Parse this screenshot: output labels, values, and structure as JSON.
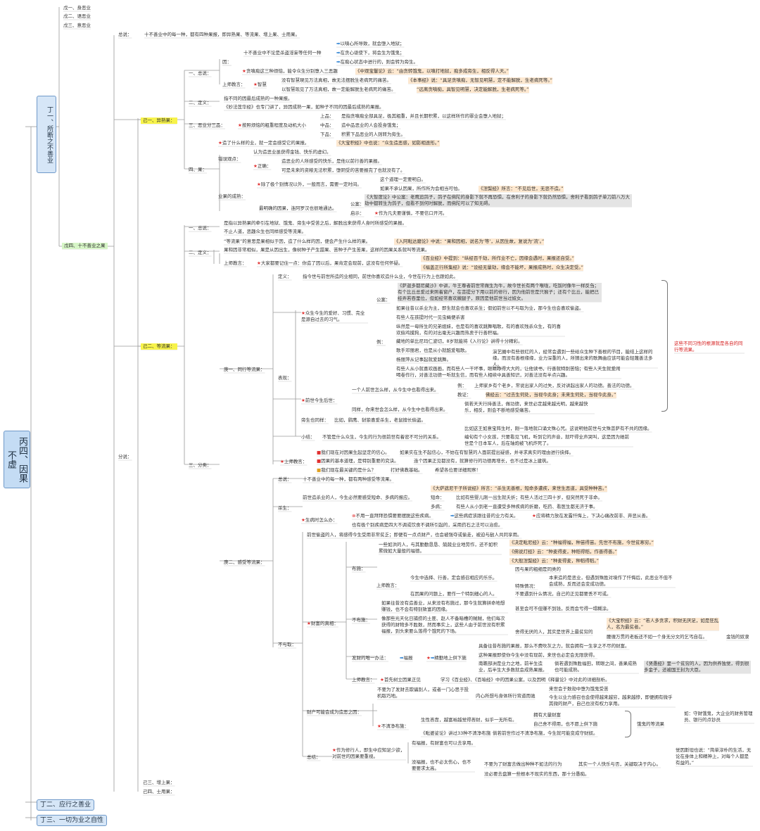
{
  "root": {
    "label": "丙四、因果不虚"
  },
  "ding1": {
    "label": "丁一、所断之不善业",
    "wu_top": [
      "戊一、身恶业",
      "戊二、语恶业",
      "戊三、意恶业"
    ],
    "wu4": "戊四、十不善业之果",
    "zongshuo": {
      "label": "总说：",
      "text": "十不善业中的每一种，都有四种果报，即异熟果、等流果、增上果、士用果。"
    },
    "fenshuo": "分说：",
    "ji1": {
      "label": "己一、异熟果：",
      "s1": {
        "label": "一、总说：",
        "yin_label": "因：",
        "yin_text": "十不善业中不论是杀盗淫妄等任何一种",
        "yin_items": [
          "以嗔心所导致，就会堕入地狱；",
          "在贪心驱使下，将会生为饿鬼；",
          "在痴心状态中进行的，则会转为旁生。"
        ],
        "tan": "贪嗔痴这三种烦恼，能令众生分别堕入三恶趣",
        "tan_quote": "《中观宝鬘论》云：“由贪转饿鬼，以嗔打地狱，痴多成旁生，相反得人天。”",
        "jiao_label": "上师教言：",
        "zhihui": "智慧",
        "jiao_a": "没有智慧現见万法真相，故无法摆脱生老病死的痛苦。",
        "jiao_a_q": "《本事经》说：“具足贪嗔痴，无智见明慧，定不能解脱，生老病死等。”",
        "jiao_b": "以智慧现见了万法真相，故一定能解脱生老病死的痛苦。",
        "jiao_b_q": "“远离贪嗔痴，具智见明慧，决定能解脱，生老病死等。”"
      },
      "s2": {
        "label": "二、定义：",
        "a": "指不同的因最后成熟的一种果报。",
        "b": "《妙法莲华经》也专门讲了，异因成熟一果，如种子不同的因最后成熟的果报。"
      },
      "s3": {
        "label": "三、恶业分三品：",
        "lead": "按照烦恼的粗重程度及动机大小",
        "rows": [
          [
            "上品：",
            "是指贪嗔痴全部具足，极其粗重，并且长期积累，以这样所作的罪业会堕入地狱；"
          ],
          [
            "中品：",
            "造中品恶业的人会投身饿鬼；"
          ],
          [
            "下品：",
            "积累下品恶业的人则转为旁生。"
          ]
        ]
      },
      "s4": {
        "label": "四、果：",
        "top": "造了什么样的业，就一定会感受它的果报。",
        "top_q": "《大宝积经》中也说：“众生造恶惑，如影相逐形。”",
        "cuo_label": "错误观点：",
        "cuo_a": "认为造恶业虽获得金钱、快乐的虚幻。",
        "zheng": "正确：",
        "zheng_a": "造恶业的人所感受的快乐，是他以前行善的果报。",
        "zheng_b": "可是未来的资粮无法积累，堕阴受的苦要报完了也就没有了。",
        "ye_label": "业果的成熟：",
        "chu": "除了极个别情况以外，一般而言，需要一定时间。",
        "chu_a": "这个道理一定要明白。",
        "chu_b": "如果不承认因果，所作所为会相当可怕。",
        "chu_b_q": "《涅槃经》所言：“不见后世，无恶不造。”",
        "zui": "最明确的因果，连阿罗汉也很难通达。",
        "gongan": "公案：",
        "gongan_text": "《大智度论》中公案：老鹰追鸽子，鸽子在佛陀的身影下就不再恐惧，在舍利子的身影下就仍然恐惧，舍利子看到鸽子单刀前八万大劫中都转生为鸽子，但看不到何时解脱，而佛陀可以了知无碍。",
        "qishi": "启示：",
        "qishi_text": "作为凡夫要谨慎，不要信口开河。"
      }
    },
    "ji2": {
      "label": "己二、等流果：",
      "s1": {
        "label": "一、总说：",
        "a": "是指以异熟果的牵引在地狱、饿鬼、旁生中受苦之后，解脱出来获得人身时所感受的果报。",
        "b": "不止人道，恶趣众生也同样感受等流果。"
      },
      "s2": {
        "label": "二、定义：",
        "a": "“等流果”的意思是果相似于因，造了什么样的因，便会产生什么样的果。",
        "a_q": "《入阿毗达磨论》中说：“果和因相，说名为‘等’，从因生故，复说为‘流’。”",
        "b": "果和因非常相似，果是从因出生，像树种子产生甜果、苦种子产生苦果，这样的因果关系就叫等流果。",
        "jiao": "上师教言：",
        "jiao_t": "大家都要记住一点：你造了因以后，果肯定会现前，这没有任何怀疑。",
        "jiao_q1": "《百业经》中提到：“纵经百千劫，所作业不亡，因缘会遇时，果报还自受。”",
        "jiao_q2": "《福盖正行所集经》说：“设经无量劫，缘会不能坏，果报成熟时，众生决定受。”"
      },
      "s3": {
        "label": "三、分类：",
        "geng1": {
          "label": "庚一、同行等流果：",
          "dingyi_l": "定义：",
          "dingyi": "指今世与前世所造的业相同，前世你喜欢造什么业，今世在行为上也跟如此。",
          "biaoxian": "表现：",
          "zs": "众生今生的爱好、习惯、完全是源自过去的习气。",
          "gongan": "公案：",
          "gongan_t": "《萨迦多都尼藏沙》中讲，牛王尊者前世常做生为牛，故今世长有两个喉咙，吃饭时像牛一样反刍；有个比丘总爱过来照着窗户，在菩提分下用以前的修行，因为他前世是只猴子；还有个比丘，能把已经弄若吞里位，但如经常喜欢撇腿子，原因是他前世当过妓女。",
          "li": "例：",
          "li_items": [
            "如果往昔以杀业为主，即生就会也喜欢杀生；假如前世以不与取为业，那今生也会喜欢偷盗。",
            "有些人在孩提时代一见虫蝇便杀害",
            "纵然是一母所生的兄弟姐妹，也是有的喜欢跳舞唱歌，有的喜欢残杀众生，有的喜欢偷鸡摸狗，有的对出毫无兴趣而热衷于行善积福。",
            "藏地的单比尼玛仁波切，8岁就能将《入行论》讲得十分精彩。",
            "歌手邓丽君，也是从小就酷爱唱歌。",
            "杨丽萍从记事起就爱跳舞。",
            "有些人从小就喜欢画画，而有些人一干坏事，眼睛睁得大大的，让他读书，行善就特别苦恼；有些人天生就爱闹喝卷作行，对善法功德一听就生信，而有些人相续中具善知识，对善法没有半点兴趣。"
          ],
          "li_note": "演艺圈中有些很红的人，经常会遇到一些给众生种下善根的节目，能结上这样的缘。而没有善根缘缘，业力深重的人，所猜出来的歌舞曲应该可能会轻蔑善法多人。",
          "qs": "前世今生后世：",
          "qs_a": "一个人前世怎么样，从今生中也看得出来。",
          "qs_a_li": "例：",
          "qs_a_li_t": "上师家乡有个老乡，常说出家人的过失，反对讲起出家人的功德。善法的功德。",
          "qs_jz": "教证：",
          "qs_jz_t": "佛经云：“过去生何处，当视今此身；未来生何处，当视今此身。”",
          "qs_b": "同样，你来世会怎么样，从今生中也看得出来。",
          "qs_b_t": "倘若天天行持善法，做功德，来世必定越来越光明，越来越快乐，相反，则会不断地感受痛苦。",
          "psdx": "旁生也同样：",
          "psdx_t": "比如，鹞鹰、豺狼喜爱杀生，老鼠擅长偷盗。",
          "xj": "小结：",
          "xj_t": "不管是什么众生，今生的行为很前世有着密不可分的关系。",
          "xj_a": "比如这王如意宝阵生时，刚一落地就口诵文殊心咒。这说明他前世与文殊菩萨有不共的因缘。",
          "xj_b": "编旬有个小女孩，只要看见飞机，听到它的声音，就吓得全声哭叫，这是因为她前世是个日本军人，后在轴炮被飞机炸死了。",
          "sj": "上师教言：",
          "sj_items": [
            "我们现在对因果生起坚定的信心。",
            "如果实在生不起信心，不妨在有智慧的人面前提出疑惑，并寻求真实的理由进行抉择。",
            "因果的基本道理，是特别重要的究诀。",
            "连个因果正见都没有，就算修行的功德再增长，也不过是冰上建筑。",
            "我们现在最关键的是什么？",
            "打好佛教基础。",
            "希望各位要详细观察！"
          ],
          "side_note": "这些不同习性的根源就是各自的同行等流果。"
        },
        "geng2": {
          "label": "庚二、感受等流果：",
          "zs": "总说：",
          "zs_t": "十不善业中的每一种，都有两种感受等流果。",
          "sha": "杀生：",
          "sha_a": "前世造杀业的人，今生必然要感受短命、多病的报应。",
          "sha_q": "《大萨遮尼干子所说经》所言：“杀生无善根，短命多遭疾，来世生恶道，具受种种苦。”",
          "duanming": "短命：",
          "duanming_t": "比如有些婴儿刚一出生就夭折；有些人活过三四十岁，但突然死于非命。",
          "duobing": "多病：",
          "duobing_t": "有些人从小到老一直遭受多种疾病的折磨，吃药、看医生都无济于事。",
          "sbsm": "生病时怎么办：",
          "sbsm_a": "不用一直拜拜恐惧要要摆脱这些疾病。",
          "sbsm_a2": "这些病症该跟往昔的业力有关。",
          "sbsm_a3": "应将精力放在发露忏悔上，下决心痛改前非、弃恶从善。",
          "sbsm_b": "也有极个别疾病是四大不调或饮食不调所引起的，采用药石之法可以治愈。",
          "bq": "不与取：",
          "bq_t": "前世偷盗的人，将感得今生受用非常贫乏；即便有一点点财产，也会被强夺或偷走，被迫与敌人共同享用。",
          "bs": "布施：",
          "bs_a": "一些如洪的人，与其勤勤恳恳、兢兢业业地劳作，还不如积累微如大量般的福德。",
          "bs_q1": "《决定毗尼经》云：“种福得福，种苗得苗。先世不布施，今世贫寒穷。”",
          "bs_q2": "《佛说灯经》云：“种麦得麦，种稻得稻，作善得善。”",
          "bs_q3": "《大般涅槃经》云：“种麦得麦，种稻得稻。”",
          "bs_jj": "上师教言：",
          "bs_jj_a": "今生中选择、行善，定会感召相应的乐乐。",
          "bs_jj_t": "因与果的粗细是同类的",
          "bs_ts": "特殊情况：",
          "bs_ts_a": "本来造的是恶业，但遇到殊胜对境作了忏悔后，此恶业不但不会成熟，反而还会变成功德。",
          "bs_jj_b": "在因果的问题上，要作一个特别细心的人。",
          "bs_jj_b2": "不要遇到什么情况，自己的正见都要丢不可或。",
          "ct": "财富的真相：",
          "bzd": "不布施：",
          "bzd_a": "如果往昔没有造善业，从来没有布施过，那今生就算拼命地想赚钱，也不会有特别致富的因缘。",
          "bzd_a2": "甚至会可不但赚不到钱，反而会亏得一塌糊涂。",
          "bzd_b": "像那些光天化日捕捞的土匪、赵人不备暗槽的贼贼，他们每次获得的财物多不胜数，然而事实上，这些人由于前世没有积累福报，到头来要么落得个饿死的下场。",
          "bzd_b2": "舍得无厌的人，其实是世界上最贫穷的",
          "bzd_q": "《大宝积经》云：“若人多贪求，积财无厌足，如是狂乱人，名为最贫者。”",
          "bzd_q2": "腰缠万贯的老板还不如一个身无分文的乞丐自在。",
          "bzd_q3": "金钱的奴隶",
          "ff": "发财的唯一办法：",
          "ff_a": "福报",
          "ff_b": "精勤地上供下施",
          "ff_c": "具备往昔布施的果报，那么不费吹灰之力，就会拥有一生享之不尽的财富。",
          "ff_d": "这种果报即使你今生中没有现前，来世也必定会无限获得。",
          "ff_e": "南瞻部洲是业力之地，前半生造业，后半生大多数就会成熟果报。",
          "ff_e2": "倘若遇到殊胜福田，转眼之间，善果成熟也可能成熟。",
          "ff_e3": "《贤愚经》里一个贫穷的人，因为供养独觉，得到很多金子，还被国王封为大臣。",
          "ff_jj": "上师教言：",
          "ff_jj_t": "首先树立因果正见",
          "ff_jj_t2": "学习《百业经》、《百喻经》中的因果公案，以及因明《释量论》中对此的详细剖析。",
          "cc": "财产可能会成为造恶之因：",
          "cc_a": "不要为了发财去欺骗别人，或者一门心思于投机取巧地。",
          "cc_a2": "内心所想与身体所行背道而驰",
          "cc_a3": "来世会于数劫中堕为饿鬼受苦",
          "cc_a4": "今生以业力感召也会使得越来越穷，越来越惨，即便拥有微乎其微的财产，自己也没有权力享用。",
          "bqbs": "不清净布施：",
          "bqbs_a": "生性吝啬，越富裕越觉得吝财，似乎一无所有。",
          "bqbs_a2": "拥有大量财富",
          "bqbs_a3": "自己舍不得用，也不愿上供下施",
          "bqbs_a4": "饿鬼的等流果",
          "bqbs_a5": "如：守财饿鬼，大企业的财务管理员、银行的点钞员",
          "bqbs_b": "《毗婆娑论》讲过33种不清净布施",
          "bqbs_b2": "倘若前世作过不清净布施，今生就可能变成守财奴。",
          "zj": "总结：",
          "zj_a": "作为修行人，即生中应知足少欲，对前世的因果要重视。",
          "zj_b": "有福报，有财富也可以去享用。",
          "zj_c": "没福报，也不必太伤心，也不要要求太高。",
          "zj_c2": "不要为了财富去做出种种不如法的行为",
          "zj_c3": "其实一个人快乐与否，关键取决于内心。",
          "zj_c4": "没必要去盘算一些根本不现实的东西，那十分愚痴。",
          "zj_q": "觉因斯坦也说：“简单淳朴的生活，无论在身体上和精神上，对每个人都是有益的。”"
        }
      }
    },
    "ji3": "己三、增上果：",
    "ji4": "己四、士用果："
  },
  "ding2": "丁二、应行之善业",
  "ding3": "丁三、一切为业之自性"
}
